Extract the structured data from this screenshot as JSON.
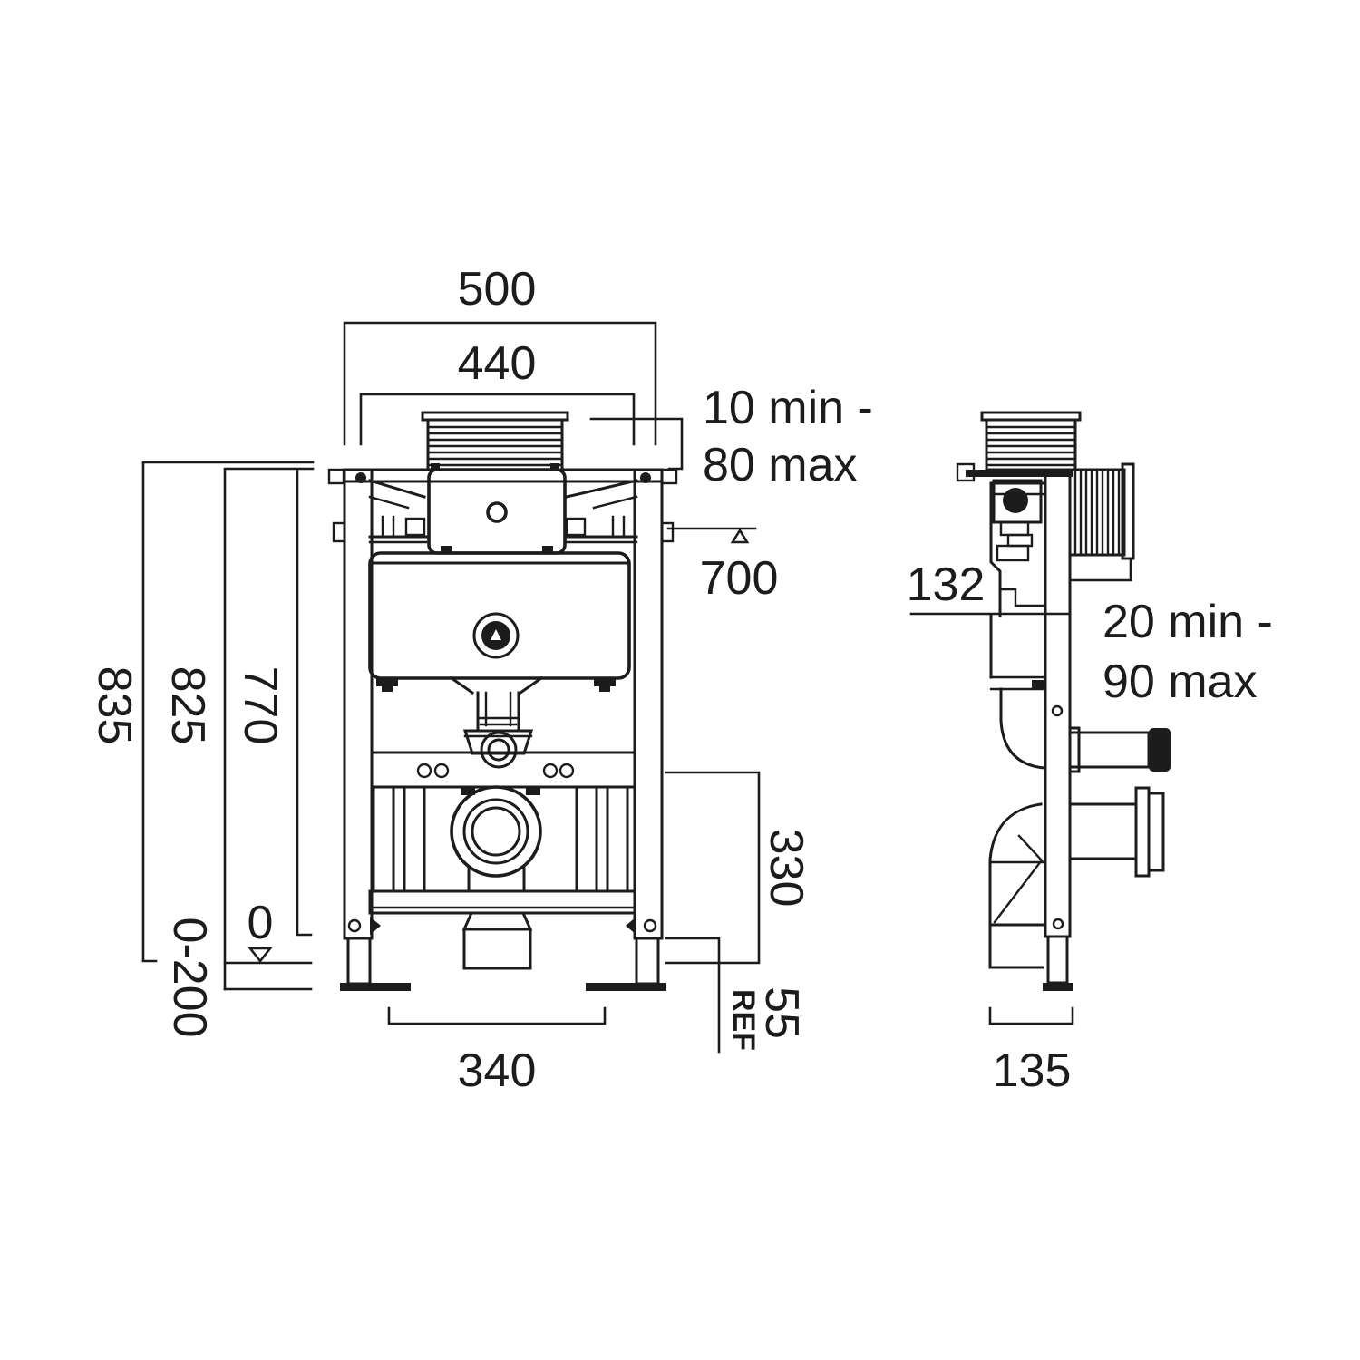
{
  "colors": {
    "line": "#1c1c1c",
    "background": "#ffffff"
  },
  "dimensions": {
    "front": {
      "overall_width": "500",
      "flush_box_width": "440",
      "wall_thickness_line1": "10 min -",
      "wall_thickness_line2": "80 max",
      "flush_pipe_height": "700",
      "overall_height": "835",
      "fixing_height": "825",
      "frame_height": "770",
      "floor_adjustment": "0-200",
      "floor_level": "0",
      "base_width": "340",
      "outlet_bracket_height": "330",
      "outlet_offset": "55",
      "outlet_offset_ref": "REF"
    },
    "side": {
      "cistern_depth": "132",
      "panel_depth_line1": "20 min -",
      "panel_depth_line2": "90 max",
      "frame_depth": "135"
    }
  }
}
